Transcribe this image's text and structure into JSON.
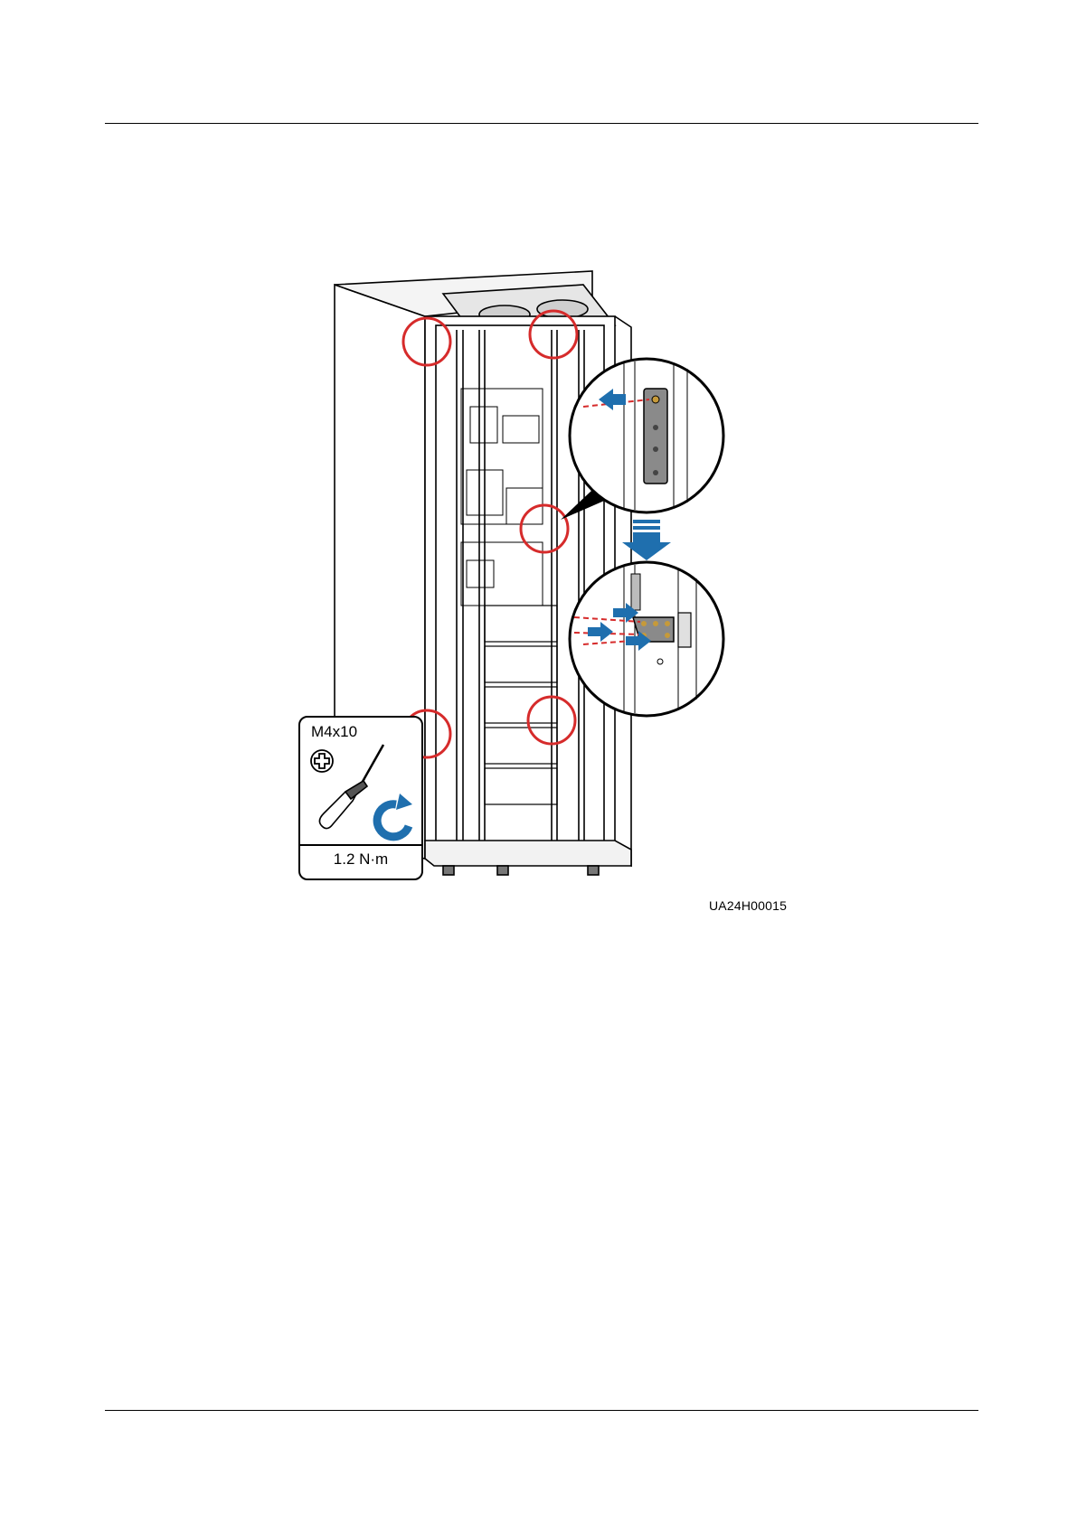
{
  "figure": {
    "id": "UA24H00015",
    "tool": {
      "screw_spec": "M4x10",
      "torque": "1.2 N·m",
      "screw_head_icon": "phillips-cross-icon",
      "tool_icon": "screwdriver-icon",
      "direction_icon": "clockwise-rotation-icon"
    },
    "colors": {
      "highlight_circle": "#d62b2b",
      "arrow": "#1f6fae",
      "guide_line": "#d62b2b",
      "bracket": "#8a8a8a"
    }
  }
}
